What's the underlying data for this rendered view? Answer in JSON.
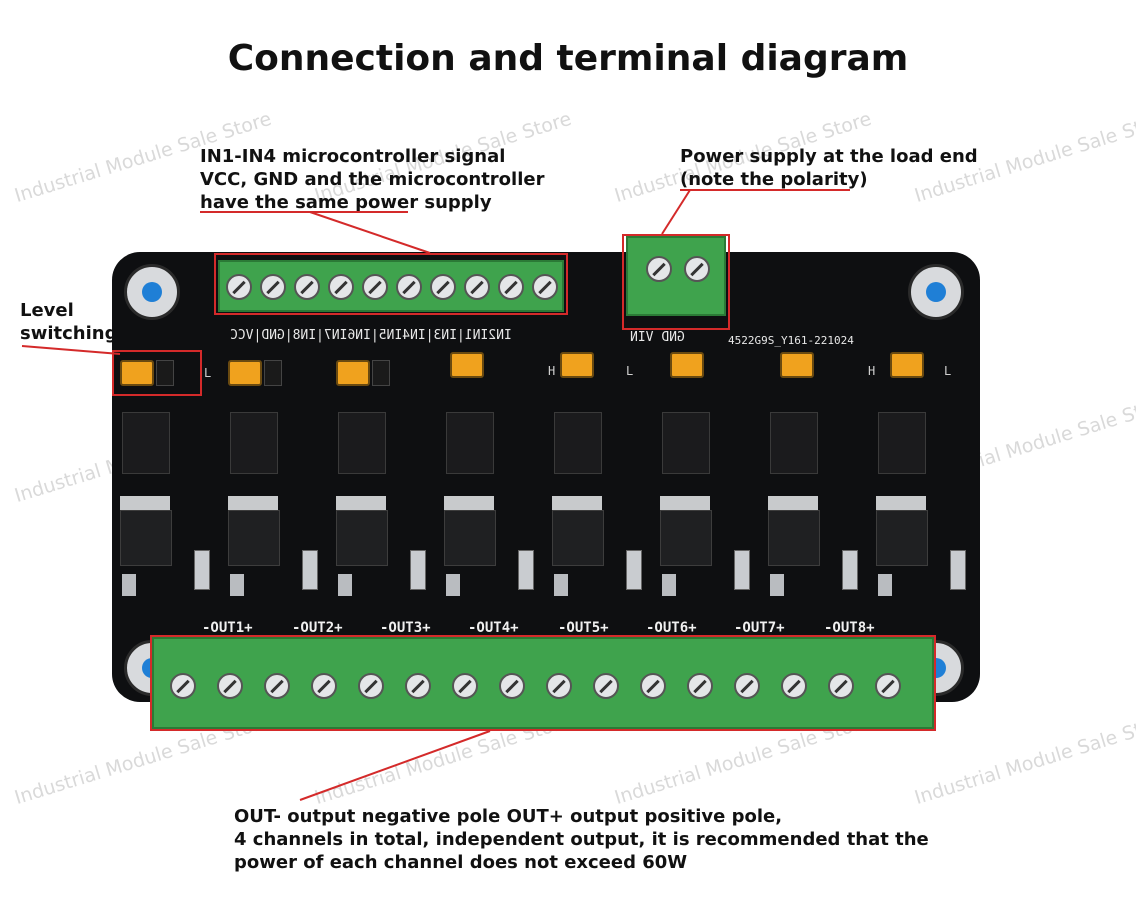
{
  "title": "Connection and terminal diagram",
  "notes": {
    "input_lines": [
      "IN1-IN4 microcontroller signal",
      "VCC, GND and the microcontroller",
      "have the same power supply"
    ],
    "power_lines": [
      "Power supply at the load end",
      "(note the polarity)"
    ],
    "level_lines": [
      "Level",
      "switching"
    ],
    "output_lines": [
      "OUT- output negative pole OUT+ output positive pole,",
      "4 channels in total, independent output, it is recommended that the",
      "power of each channel does not exceed 60W"
    ]
  },
  "watermark_text": "Industrial Module Sale Store",
  "board": {
    "input_terminal_label": "IN2IN1|IN3|IN4IN5|IN6IN7|IN8|GND|VCC",
    "power_terminal_label": "GND  VIN",
    "board_code": "4522G9S_Y161-221024",
    "jumper_marks": {
      "high": "H",
      "low": "L"
    },
    "output_labels": [
      "-OUT1+",
      "-OUT2+",
      "-OUT3+",
      "-OUT4+",
      "-OUT5+",
      "-OUT6+",
      "-OUT7+",
      "-OUT8+"
    ]
  },
  "colors": {
    "highlight": "#d42a2a",
    "terminal_green": "#3fa34d",
    "board_black": "#0e0f11",
    "jumper_orange": "#f0a21e"
  }
}
